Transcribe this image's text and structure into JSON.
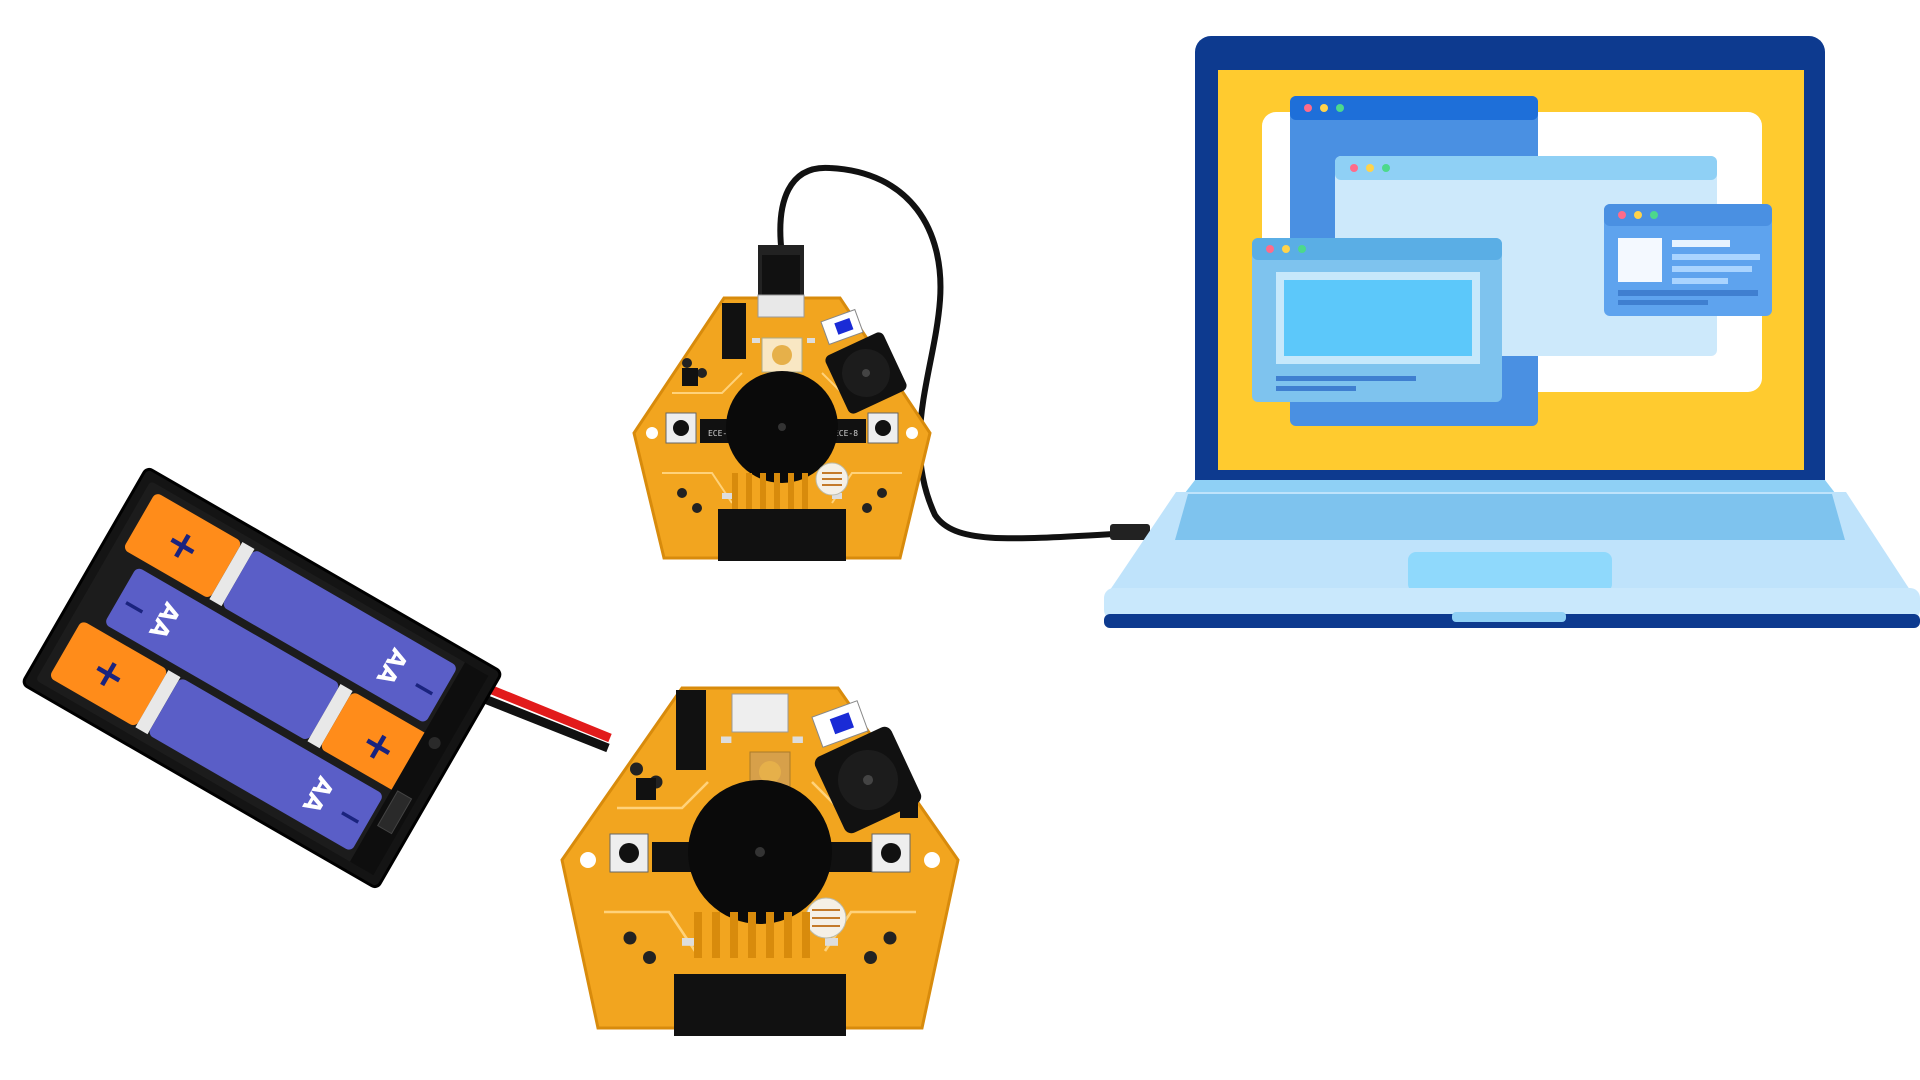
{
  "batteries": [
    {
      "label": "AA",
      "positive": "+",
      "negative": "−"
    },
    {
      "label": "AA",
      "positive": "+",
      "negative": "−"
    },
    {
      "label": "AA",
      "positive": "+",
      "negative": "−"
    }
  ],
  "board_top": {
    "chip_left": "ECE-8",
    "chip_right": "ECE-8"
  },
  "colors": {
    "pcb": "#f2a51f",
    "pcb_dark": "#d88b0c",
    "laptop_frame": "#0d3a8f",
    "screen_bg": "#ffcb2f",
    "laptop_base": "#bfe3fb",
    "window_blue": "#4a90e2",
    "cable": "#111111"
  },
  "icons": [
    "laptop-icon",
    "battery-pack-icon",
    "microcontroller-board-icon",
    "usb-cable-icon"
  ]
}
